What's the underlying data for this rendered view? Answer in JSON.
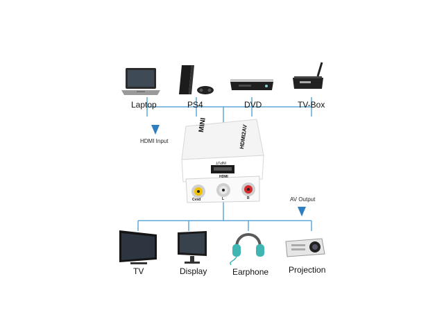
{
  "inputs": [
    {
      "label": "Laptop",
      "icon": "laptop-icon"
    },
    {
      "label": "PS4",
      "icon": "ps4-console-icon"
    },
    {
      "label": "DVD",
      "icon": "dvd-player-icon"
    },
    {
      "label": "TV-Box",
      "icon": "tv-box-icon"
    }
  ],
  "outputs": [
    {
      "label": "TV",
      "icon": "tv-icon"
    },
    {
      "label": "Display",
      "icon": "monitor-icon"
    },
    {
      "label": "Earphone",
      "icon": "headphones-icon"
    },
    {
      "label": "Projection",
      "icon": "projector-icon"
    }
  ],
  "hdmi_input_label": "HDMI Input",
  "av_output_label": "AV Output",
  "device": {
    "brand": "MINI",
    "model": "HDMI2AV",
    "input_text": "INPUT",
    "port_label": "HDMI",
    "rca_labels": [
      "Cvsd",
      "L",
      "R"
    ]
  },
  "colors": {
    "line": "#5fa8d6",
    "arrow": "#2f7ec0",
    "device_body": "#f4f4f4",
    "rca_yellow": "#f2c200",
    "rca_white": "#e8e8e8",
    "rca_red": "#d42a2a"
  }
}
